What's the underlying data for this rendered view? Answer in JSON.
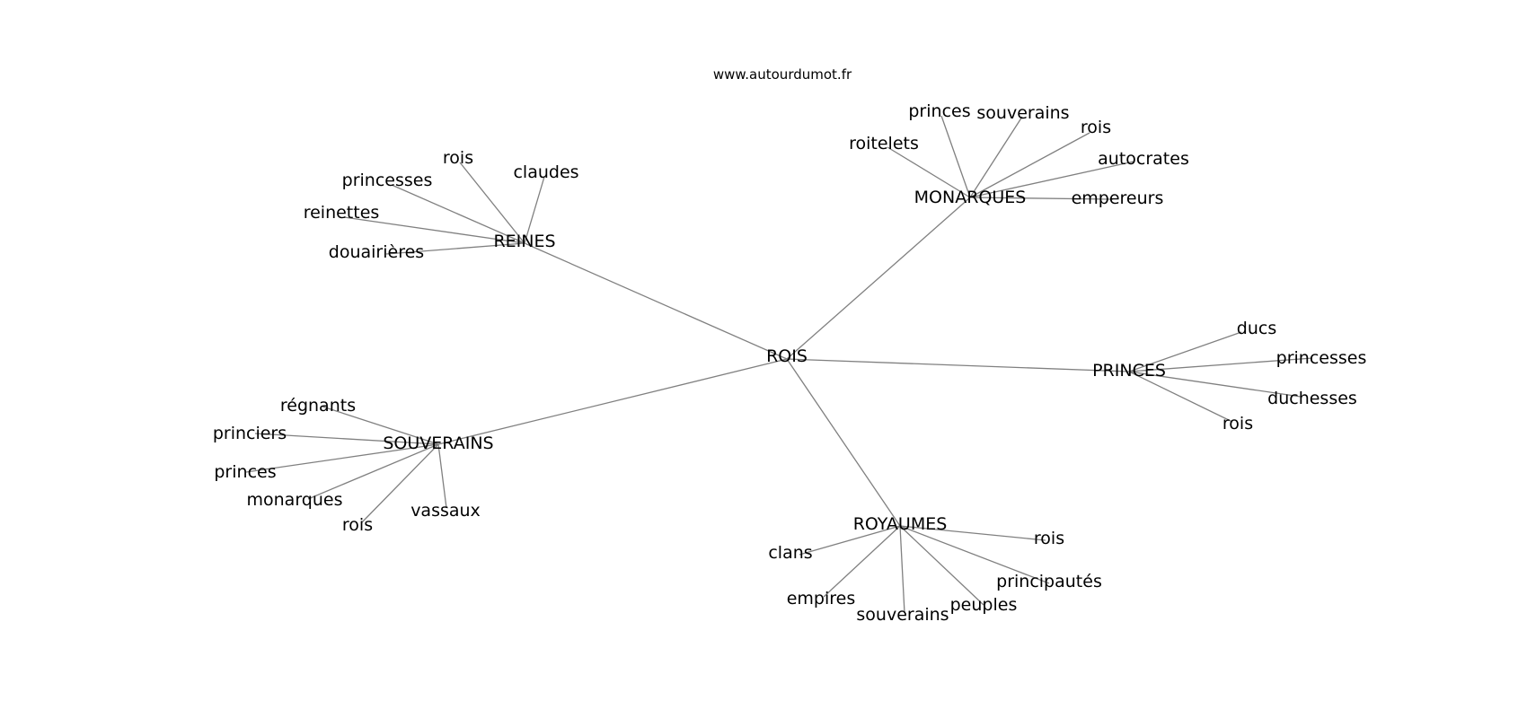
{
  "watermark": "www.autourdumot.fr",
  "colors": {
    "edge": "#808080",
    "text": "#000000",
    "background": "#ffffff"
  },
  "center": "ROIS",
  "groups": [
    {
      "id": "reines",
      "label": "REINES",
      "words": [
        "rois",
        "claudes",
        "princesses",
        "reinettes",
        "douairières"
      ]
    },
    {
      "id": "monarques",
      "label": "MONARQUES",
      "words": [
        "princes",
        "souverains",
        "rois",
        "roitelets",
        "autocrates",
        "empereurs"
      ]
    },
    {
      "id": "princes",
      "label": "PRINCES",
      "words": [
        "ducs",
        "princesses",
        "duchesses",
        "rois"
      ]
    },
    {
      "id": "souverains",
      "label": "SOUVERAINS",
      "words": [
        "régnants",
        "princiers",
        "princes",
        "monarques",
        "rois",
        "vassaux"
      ]
    },
    {
      "id": "royaumes",
      "label": "ROYAUMES",
      "words": [
        "rois",
        "clans",
        "principautés",
        "empires",
        "souverains",
        "peuples"
      ]
    }
  ]
}
